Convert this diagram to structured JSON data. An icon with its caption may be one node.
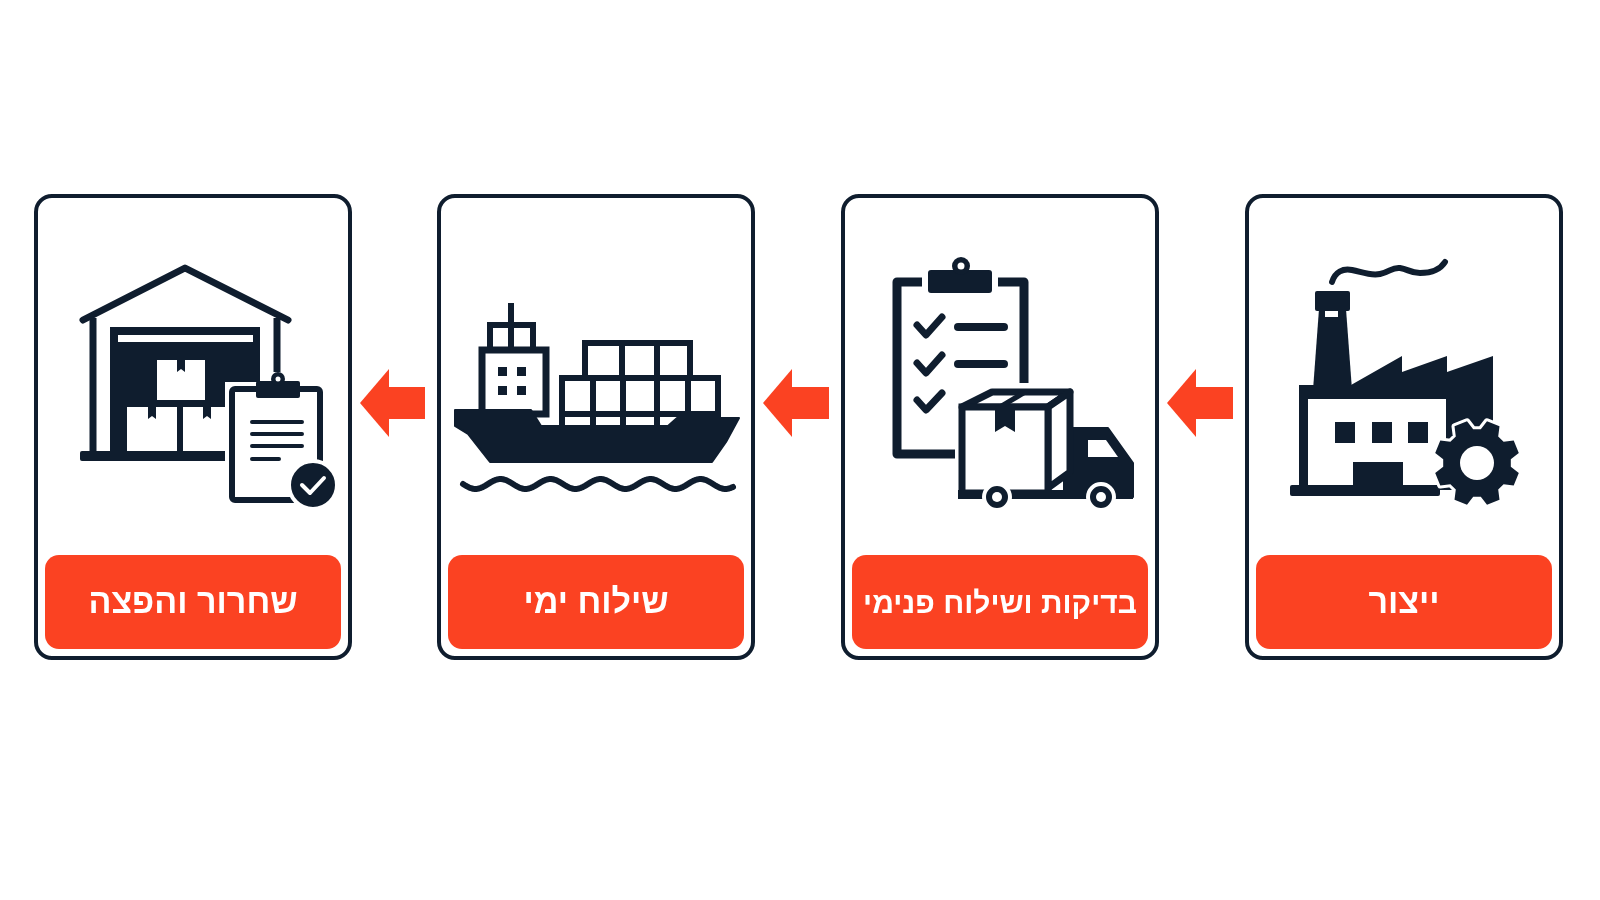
{
  "diagram": {
    "nodes": [
      {
        "text": [],
        "shape": "box"
      },
      {
        "text": [
          "ייצור"
        ],
        "in": 0
      },
      {
        "text": [],
        "shape": "box"
      },
      {
        "text": [
          "בדיקות ושילוח פנימי"
        ],
        "in": 2
      },
      {
        "text": [],
        "shape": "box"
      },
      {
        "text": [
          "שילוח ימי"
        ],
        "in": 4
      },
      {
        "text": [],
        "shape": "box"
      },
      {
        "text": [
          "שחרור והפצה"
        ],
        "in": 6
      }
    ],
    "edges": [
      {
        "from": 0,
        "to": 2,
        "arrow": "to"
      },
      {
        "from": 2,
        "to": 4,
        "arrow": "to"
      },
      {
        "from": 4,
        "to": 6,
        "arrow": "to"
      }
    ]
  }
}
